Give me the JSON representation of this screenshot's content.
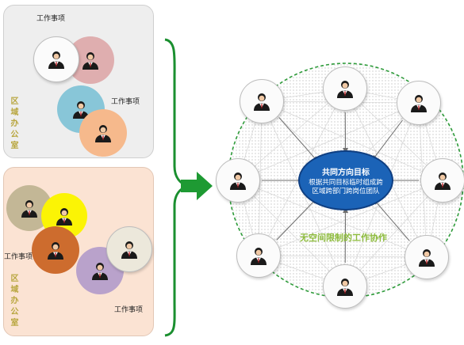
{
  "left": {
    "top_panel": {
      "label": "区域办公室",
      "task_label_1": "工作事项",
      "task_label_2": "工作事项",
      "circle_colors": [
        "#fbfbfb",
        "#dfaeaf",
        "#88c6d8",
        "#f6b98c"
      ]
    },
    "bottom_panel": {
      "label": "区域办公室",
      "task_label_1": "工作事项",
      "task_label_2": "工作事项",
      "circle_colors": [
        "#c3b796",
        "#fbf405",
        "#cd6c2e",
        "#ece8db",
        "#b9a2cb"
      ]
    },
    "accent_bracket": "#1a8f2f",
    "arrow_color": "#1e9a33"
  },
  "network": {
    "center_title": "共同方向目标",
    "center_text_line1": "根据共同目标临时组成跨",
    "center_text_line2": "区域跨部门跨岗位团队",
    "caption": "无空间限制的工作协作",
    "center_color": "#1b63b7",
    "caption_color": "#8dbb3c",
    "ring_color": "#2e9b3a"
  },
  "icons": {
    "person": "businessman-icon"
  }
}
